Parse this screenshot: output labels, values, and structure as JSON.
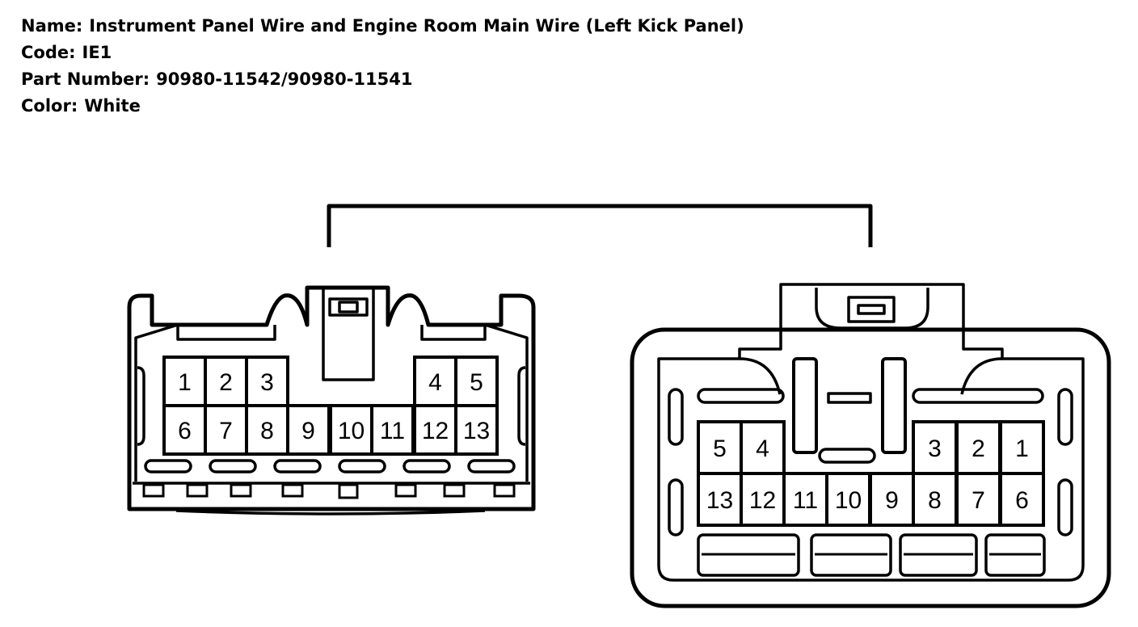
{
  "info": [
    {
      "label": "Name:",
      "value": "Instrument Panel Wire and Engine Room Main Wire (Left Kick Panel)"
    },
    {
      "label": "Code:",
      "value": "IE1"
    },
    {
      "label": "Part Number:",
      "value": "90980-11542/90980-11541"
    },
    {
      "label": "Color:",
      "value": "White"
    }
  ],
  "left_connector": {
    "pins": [
      "1",
      "2",
      "3",
      "4",
      "5",
      "6",
      "7",
      "8",
      "9",
      "10",
      "11",
      "12",
      "13"
    ]
  },
  "right_connector": {
    "pins": [
      "5",
      "4",
      "3",
      "2",
      "1",
      "13",
      "12",
      "11",
      "10",
      "9",
      "8",
      "7",
      "6"
    ]
  }
}
